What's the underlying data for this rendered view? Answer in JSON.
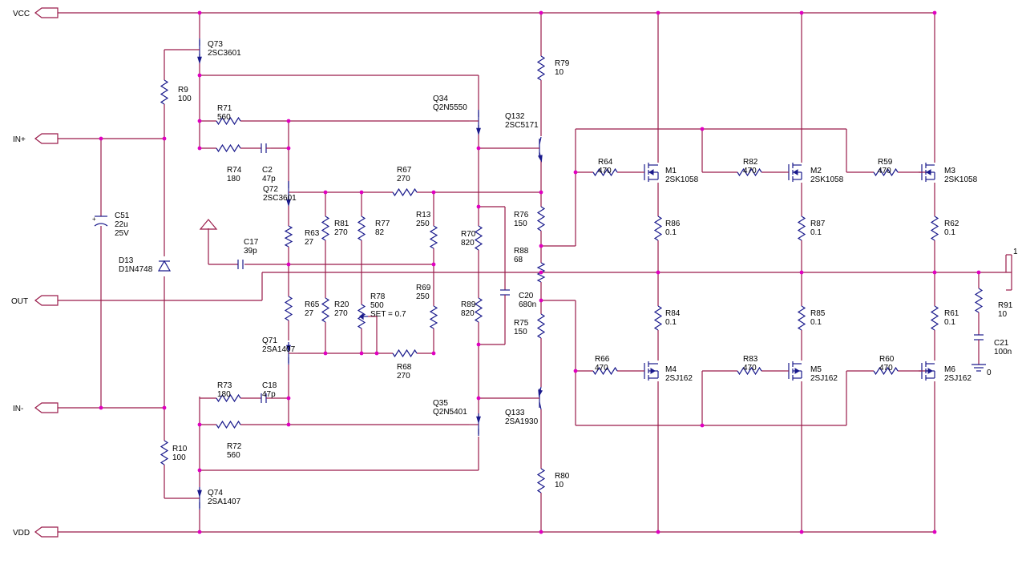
{
  "ports": {
    "vcc": "VCC",
    "inp": "IN+",
    "out": "OUT",
    "inm": "IN-",
    "vdd": "VDD"
  },
  "parts": [
    {
      "ref": "Q73",
      "val": "2SC3601"
    },
    {
      "ref": "R9",
      "val": "100"
    },
    {
      "ref": "R71",
      "val": "560"
    },
    {
      "ref": "R74",
      "val": "180"
    },
    {
      "ref": "C2",
      "val": "47p"
    },
    {
      "ref": "Q72",
      "val": "2SC3601"
    },
    {
      "ref": "R67",
      "val": "270"
    },
    {
      "ref": "Q34",
      "val": "Q2N5550"
    },
    {
      "ref": "Q132",
      "val": "2SC5171"
    },
    {
      "ref": "R79",
      "val": "10"
    },
    {
      "ref": "R64",
      "val": "470"
    },
    {
      "ref": "M1",
      "val": "2SK1058"
    },
    {
      "ref": "R82",
      "val": "470"
    },
    {
      "ref": "M2",
      "val": "2SK1058"
    },
    {
      "ref": "R59",
      "val": "470"
    },
    {
      "ref": "M3",
      "val": "2SK1058"
    },
    {
      "ref": "C51",
      "val": "22u",
      "val2": "25V"
    },
    {
      "ref": "R63",
      "val": "27"
    },
    {
      "ref": "R81",
      "val": "270"
    },
    {
      "ref": "R77",
      "val": "82"
    },
    {
      "ref": "R13",
      "val": "250"
    },
    {
      "ref": "R70",
      "val": "820"
    },
    {
      "ref": "R76",
      "val": "150"
    },
    {
      "ref": "R86",
      "val": "0.1"
    },
    {
      "ref": "R87",
      "val": "0.1"
    },
    {
      "ref": "R62",
      "val": "0.1"
    },
    {
      "ref": "C17",
      "val": "39p"
    },
    {
      "ref": "R88",
      "val": "68"
    },
    {
      "ref": "D13",
      "val": "D1N4748"
    },
    {
      "ref": "R91",
      "val": "10"
    },
    {
      "ref": "R69",
      "val": "250"
    },
    {
      "ref": "C20",
      "val": "680n"
    },
    {
      "ref": "R65",
      "val": "27"
    },
    {
      "ref": "R20",
      "val": "270"
    },
    {
      "ref": "R78",
      "val": "500",
      "val2": "SET = 0.7"
    },
    {
      "ref": "R89",
      "val": "820"
    },
    {
      "ref": "R84",
      "val": "0.1"
    },
    {
      "ref": "R85",
      "val": "0.1"
    },
    {
      "ref": "R61",
      "val": "0.1"
    },
    {
      "ref": "R75",
      "val": "150"
    },
    {
      "ref": "C21",
      "val": "100n"
    },
    {
      "ref": "Q71",
      "val": "2SA1407"
    },
    {
      "ref": "R68",
      "val": "270"
    },
    {
      "ref": "R66",
      "val": "470"
    },
    {
      "ref": "M4",
      "val": "2SJ162"
    },
    {
      "ref": "R83",
      "val": "470"
    },
    {
      "ref": "M5",
      "val": "2SJ162"
    },
    {
      "ref": "R60",
      "val": "470"
    },
    {
      "ref": "M6",
      "val": "2SJ162"
    },
    {
      "ref": "R73",
      "val": "180"
    },
    {
      "ref": "C18",
      "val": "47p"
    },
    {
      "ref": "Q35",
      "val": "Q2N5401"
    },
    {
      "ref": "Q133",
      "val": "2SA1930"
    },
    {
      "ref": "R72",
      "val": "560"
    },
    {
      "ref": "R10",
      "val": "100"
    },
    {
      "ref": "R80",
      "val": "10"
    },
    {
      "ref": "Q74",
      "val": "2SA1407"
    }
  ],
  "gnd_label": "0",
  "corner_label": "1"
}
